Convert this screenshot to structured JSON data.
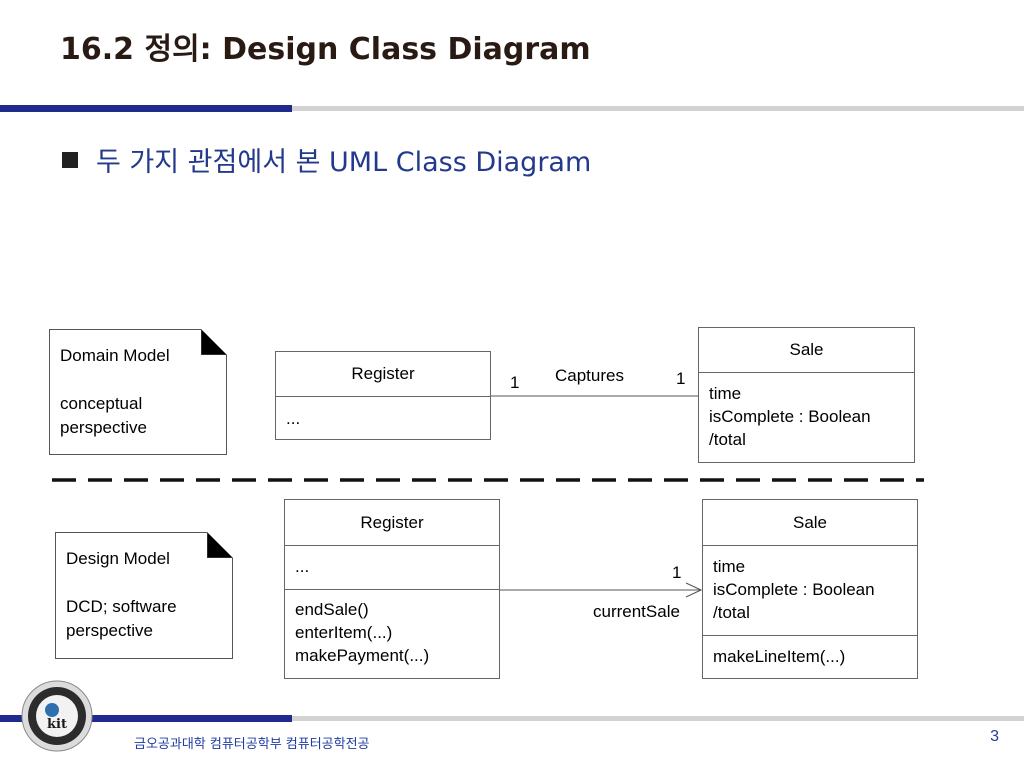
{
  "slide": {
    "title": "16.2 정의: Design Class Diagram",
    "bullet": "두 가지 관점에서 본 UML Class Diagram",
    "footer": "금오공과대학 컴퓨터공학부 컴퓨터공학전공",
    "page_number": "3",
    "logo_text": "kit",
    "colors": {
      "accent_blue": "#1f2a8c",
      "rule_gray": "#d2d2d2",
      "bullet_text": "#233a8c"
    }
  },
  "domain_model": {
    "note_lines": [
      "Domain Model",
      "",
      "conceptual",
      "perspective"
    ],
    "register": {
      "name": "Register",
      "attributes": [
        "..."
      ]
    },
    "sale": {
      "name": "Sale",
      "attributes": [
        "time",
        "isComplete : Boolean",
        "/total"
      ]
    },
    "association": {
      "label": "Captures",
      "left_mult": "1",
      "right_mult": "1"
    }
  },
  "design_model": {
    "note_lines": [
      "Design Model",
      "",
      "DCD; software",
      "perspective"
    ],
    "register": {
      "name": "Register",
      "attributes": [
        "..."
      ],
      "operations": [
        "endSale()",
        "enterItem(...)",
        "makePayment(...)"
      ]
    },
    "sale": {
      "name": "Sale",
      "attributes": [
        "time",
        "isComplete : Boolean",
        "/total"
      ],
      "operations": [
        "makeLineItem(...)"
      ]
    },
    "association": {
      "role": "currentSale",
      "mult": "1",
      "navigable": true
    }
  }
}
